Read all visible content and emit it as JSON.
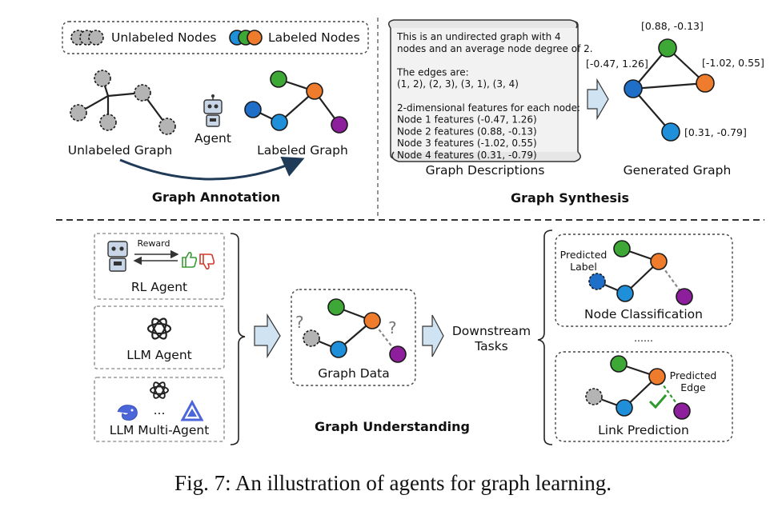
{
  "colors": {
    "unlabeled": "#b4b4b4",
    "green": "#3ea836",
    "orange": "#ee7c2c",
    "blue": "#1e8fd8",
    "purple": "#8e1f9c",
    "dark_blue": "#1f6fc9",
    "arrow_fill": "#cfe3f3"
  },
  "legend": {
    "unlabeled": "Unlabeled Nodes",
    "labeled": "Labeled Nodes"
  },
  "annotation": {
    "unlabeled_graph": "Unlabeled Graph",
    "agent": "Agent",
    "labeled_graph": "Labeled Graph",
    "title": "Graph Annotation"
  },
  "synthesis": {
    "desc_lines": [
      "This is an undirected graph with 4",
      "nodes and an average node degree of 2.",
      "",
      "The edges are:",
      "(1, 2), (2, 3), (3, 1), (3, 4)",
      "",
      "2-dimensional features for each node:",
      "Node 1 features   (-0.47, 1.26)",
      "Node 2 features   (0.88, -0.13)",
      "Node 3 features   (-1.02, 0.55)",
      "Node 4 features   (0.31, -0.79)"
    ],
    "descriptions_label": "Graph Descriptions",
    "generated_label": "Generated Graph",
    "coords": {
      "n1": "[-0.47, 1.26]",
      "n2": "[0.88, -0.13]",
      "n3": "[-1.02, 0.55]",
      "n4": "[0.31, -0.79]"
    },
    "title": "Graph Synthesis"
  },
  "understanding": {
    "reward": "Reward",
    "rl_agent": "RL Agent",
    "llm_agent": "LLM Agent",
    "ellipsis_agents": "...",
    "llm_multi_agent": "LLM Multi-Agent",
    "graph_data": "Graph Data",
    "question_mark": "?",
    "downstream_tasks": [
      "Downstream",
      "Tasks"
    ],
    "predicted_label": [
      "Predicted",
      "Label"
    ],
    "node_classification": "Node Classification",
    "dots": "......",
    "predicted_edge": [
      "Predicted",
      "Edge"
    ],
    "link_prediction": "Link Prediction",
    "title": "Graph Understanding"
  },
  "caption": "Fig. 7: An illustration of agents for graph learning."
}
